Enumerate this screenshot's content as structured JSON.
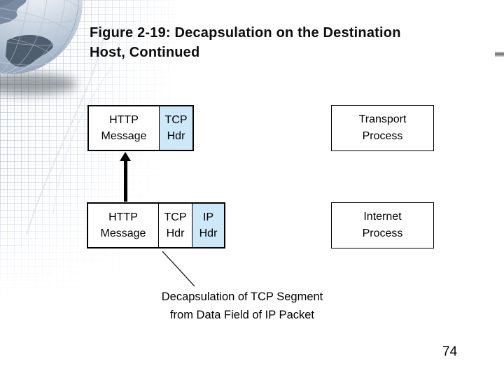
{
  "slide": {
    "title": "Figure 2-19: Decapsulation on the Destination\nHost, Continued",
    "page_number": "74"
  },
  "diagram": {
    "top_row": {
      "segments": [
        {
          "name": "http-message",
          "label": "HTTP\nMessage",
          "highlighted": false
        },
        {
          "name": "tcp-hdr",
          "label": "TCP\nHdr",
          "highlighted": true
        }
      ],
      "process_label": "Transport\nProcess"
    },
    "bottom_row": {
      "segments": [
        {
          "name": "http-message",
          "label": "HTTP\nMessage",
          "highlighted": false
        },
        {
          "name": "tcp-hdr",
          "label": "TCP\nHdr",
          "highlighted": false
        },
        {
          "name": "ip-hdr",
          "label": "IP\nHdr",
          "highlighted": true
        }
      ],
      "process_label": "Internet\nProcess"
    },
    "caption": "Decapsulation of TCP Segment\nfrom Data Field of IP Packet"
  },
  "colors": {
    "highlight_fill": "#cde8f8",
    "box_border": "#000000"
  }
}
